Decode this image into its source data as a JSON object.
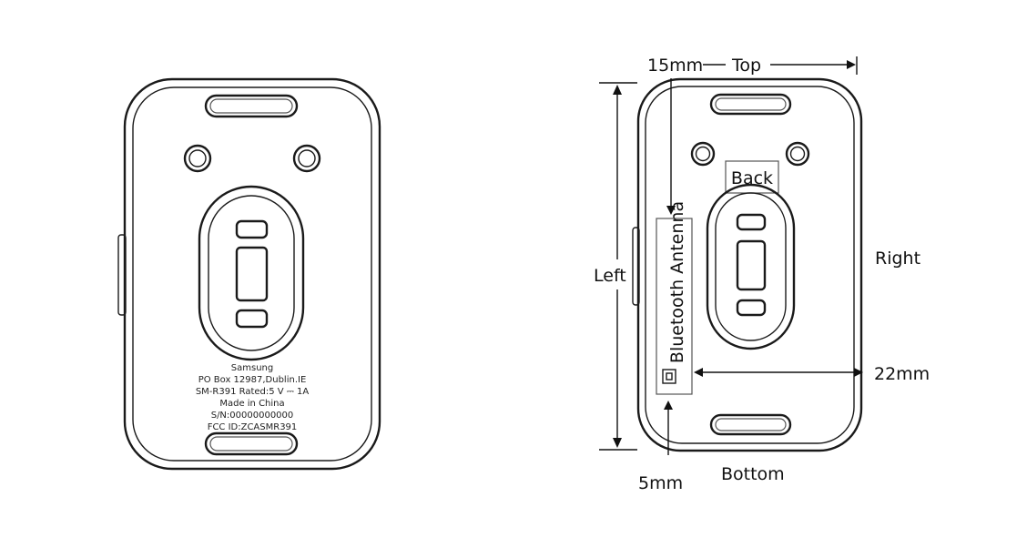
{
  "left_device": {
    "label_lines": [
      "Samsung",
      "PO Box 12987,Dublin.IE",
      "SM-R391 Rated:5 V ⎓ 1A",
      "Made in China",
      "S/N:00000000000",
      "FCC ID:ZCASMR391"
    ]
  },
  "right_device": {
    "labels": {
      "top": "Top",
      "bottom": "Bottom",
      "left": "Left",
      "right": "Right",
      "back": "Back",
      "antenna": "Bluetooth Antenna"
    },
    "dimensions": {
      "top_offset": "15mm",
      "right_offset": "22mm",
      "bottom_offset": "5mm"
    }
  }
}
